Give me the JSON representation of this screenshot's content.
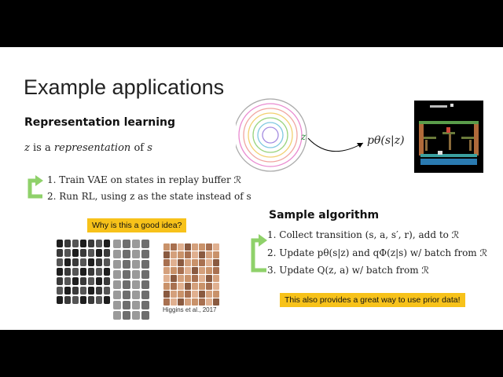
{
  "title": "Example applications",
  "representation": {
    "heading": "Representation learning",
    "statement": {
      "z": "z",
      "is_a": "is a",
      "representation": "representation",
      "of": "of",
      "s": "s"
    },
    "steps": [
      "1. Train VAE on states in replay buffer ℛ",
      "2. Run RL, using z as the state instead of s"
    ],
    "callout": "Why is this a good idea?",
    "citation": "Higgins et al., 2017"
  },
  "diagram": {
    "latent_label": "z",
    "decoder_label": "pθ(s|z)"
  },
  "algorithm": {
    "heading": "Sample algorithm",
    "steps": [
      "1. Collect transition (s, a, s′, r), add to ℛ",
      "2. Update pθ(s|z) and qΦ(z|s) w/ batch from ℛ",
      "3. Update Q(z, a) w/ batch from ℛ"
    ],
    "callout": "This also provides a great way to use prior data!"
  },
  "colors": {
    "accent_yellow": "#f7c21a",
    "loop_green": "#8fd16a"
  }
}
